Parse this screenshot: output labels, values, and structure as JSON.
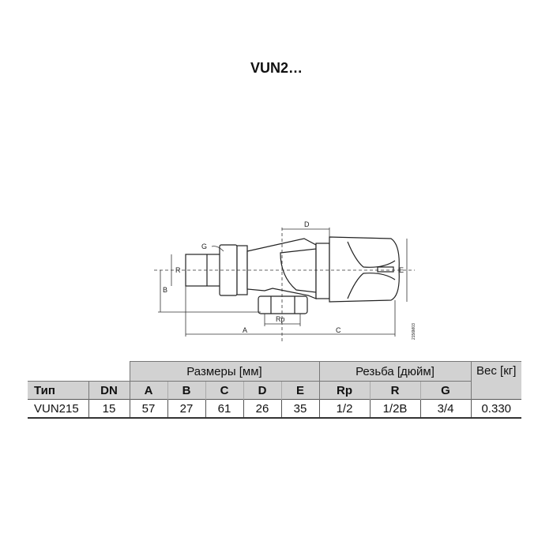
{
  "title": "VUN2…",
  "drawing": {
    "labels": {
      "g": "G",
      "r": "R",
      "b": "B",
      "d": "D",
      "e": "E",
      "rp": "Rp",
      "a": "A",
      "c": "C",
      "code": "2156M03"
    }
  },
  "table": {
    "group_headers": {
      "dimensions": "Размеры [мм]",
      "thread": "Резьба [дюйм]",
      "weight": "Вес [кг]"
    },
    "columns": [
      "Тип",
      "DN",
      "A",
      "B",
      "C",
      "D",
      "E",
      "Rp",
      "R",
      "G"
    ],
    "rows": [
      [
        "VUN215",
        "15",
        "57",
        "27",
        "61",
        "26",
        "35",
        "1/2",
        "1/2B",
        "3/4",
        "0.330"
      ]
    ]
  }
}
